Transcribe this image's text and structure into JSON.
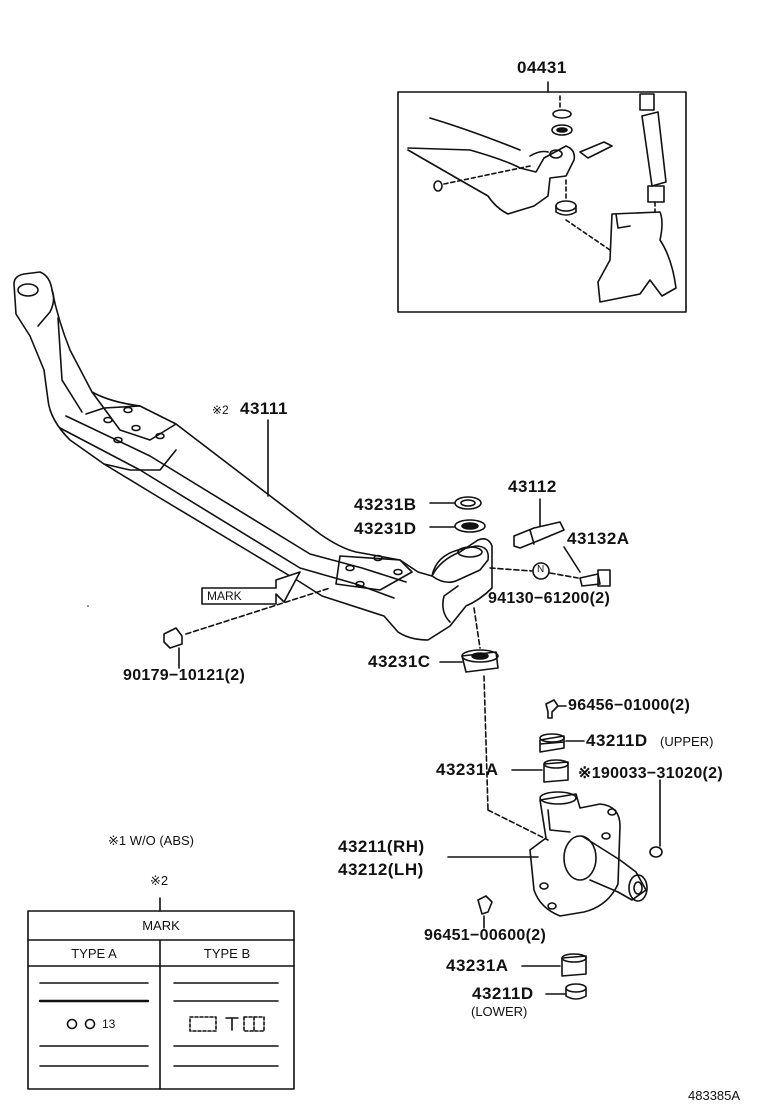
{
  "title_part": "04431",
  "labels": {
    "p43111_mark": "※2",
    "p43111": "43111",
    "p43231b": "43231B",
    "p43231d": "43231D",
    "p43112": "43112",
    "p43132a": "43132A",
    "mark": "MARK",
    "p94130": "94130−61200(2)",
    "n_symbol": "N",
    "p90179": "90179−10121(2)",
    "p43231c": "43231C",
    "p96456": "96456−01000(2)",
    "p43211d_upper": "43211D",
    "upper_note": "(UPPER)",
    "p43231a_1": "43231A",
    "p90033": "※190033−31020(2)",
    "p43211_rh": "43211(RH)",
    "p43212_lh": "43212(LH)",
    "p96451": "96451−00600(2)",
    "p43231a_2": "43231A",
    "p43211d_lower": "43211D",
    "lower_note": "(LOWER)",
    "footnote_1": "※1 W/O (ABS)",
    "footnote_2": "※2",
    "figure_id": "483385A"
  },
  "mark_table": {
    "header": "MARK",
    "col_a": "TYPE A",
    "col_b": "TYPE B",
    "type_a_text": "13"
  }
}
